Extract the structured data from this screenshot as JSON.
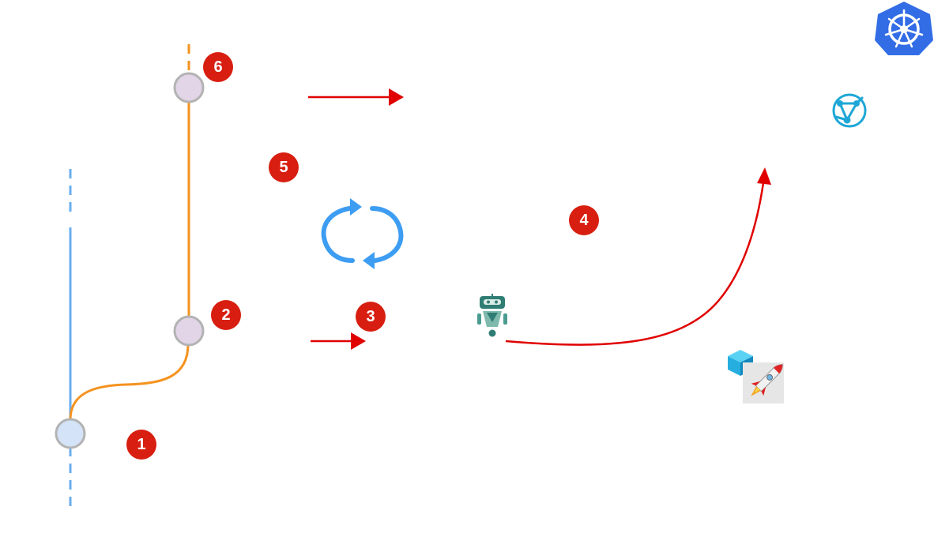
{
  "diagram": {
    "steps": [
      {
        "id": "step-1",
        "label": "1"
      },
      {
        "id": "step-2",
        "label": "2"
      },
      {
        "id": "step-3",
        "label": "3"
      },
      {
        "id": "step-4",
        "label": "4"
      },
      {
        "id": "step-5",
        "label": "5"
      },
      {
        "id": "step-6",
        "label": "6"
      }
    ],
    "icons": [
      "kubernetes-icon",
      "network-icon",
      "refresh-cycle-icon",
      "robot-icon",
      "package-icon",
      "rocket-icon"
    ],
    "colors": {
      "main_branch": "#6aaeee",
      "feature_branch": "#f5921e",
      "arrow": "#e00000",
      "badge": "#d81e10",
      "cycle": "#3d9df2",
      "kubernetes": "#326de6",
      "network": "#1ea7d6",
      "commit_main_fill": "#d4e3f7",
      "commit_feature_fill": "#e1d5e7",
      "commit_stroke": "#b3b3b3"
    }
  }
}
